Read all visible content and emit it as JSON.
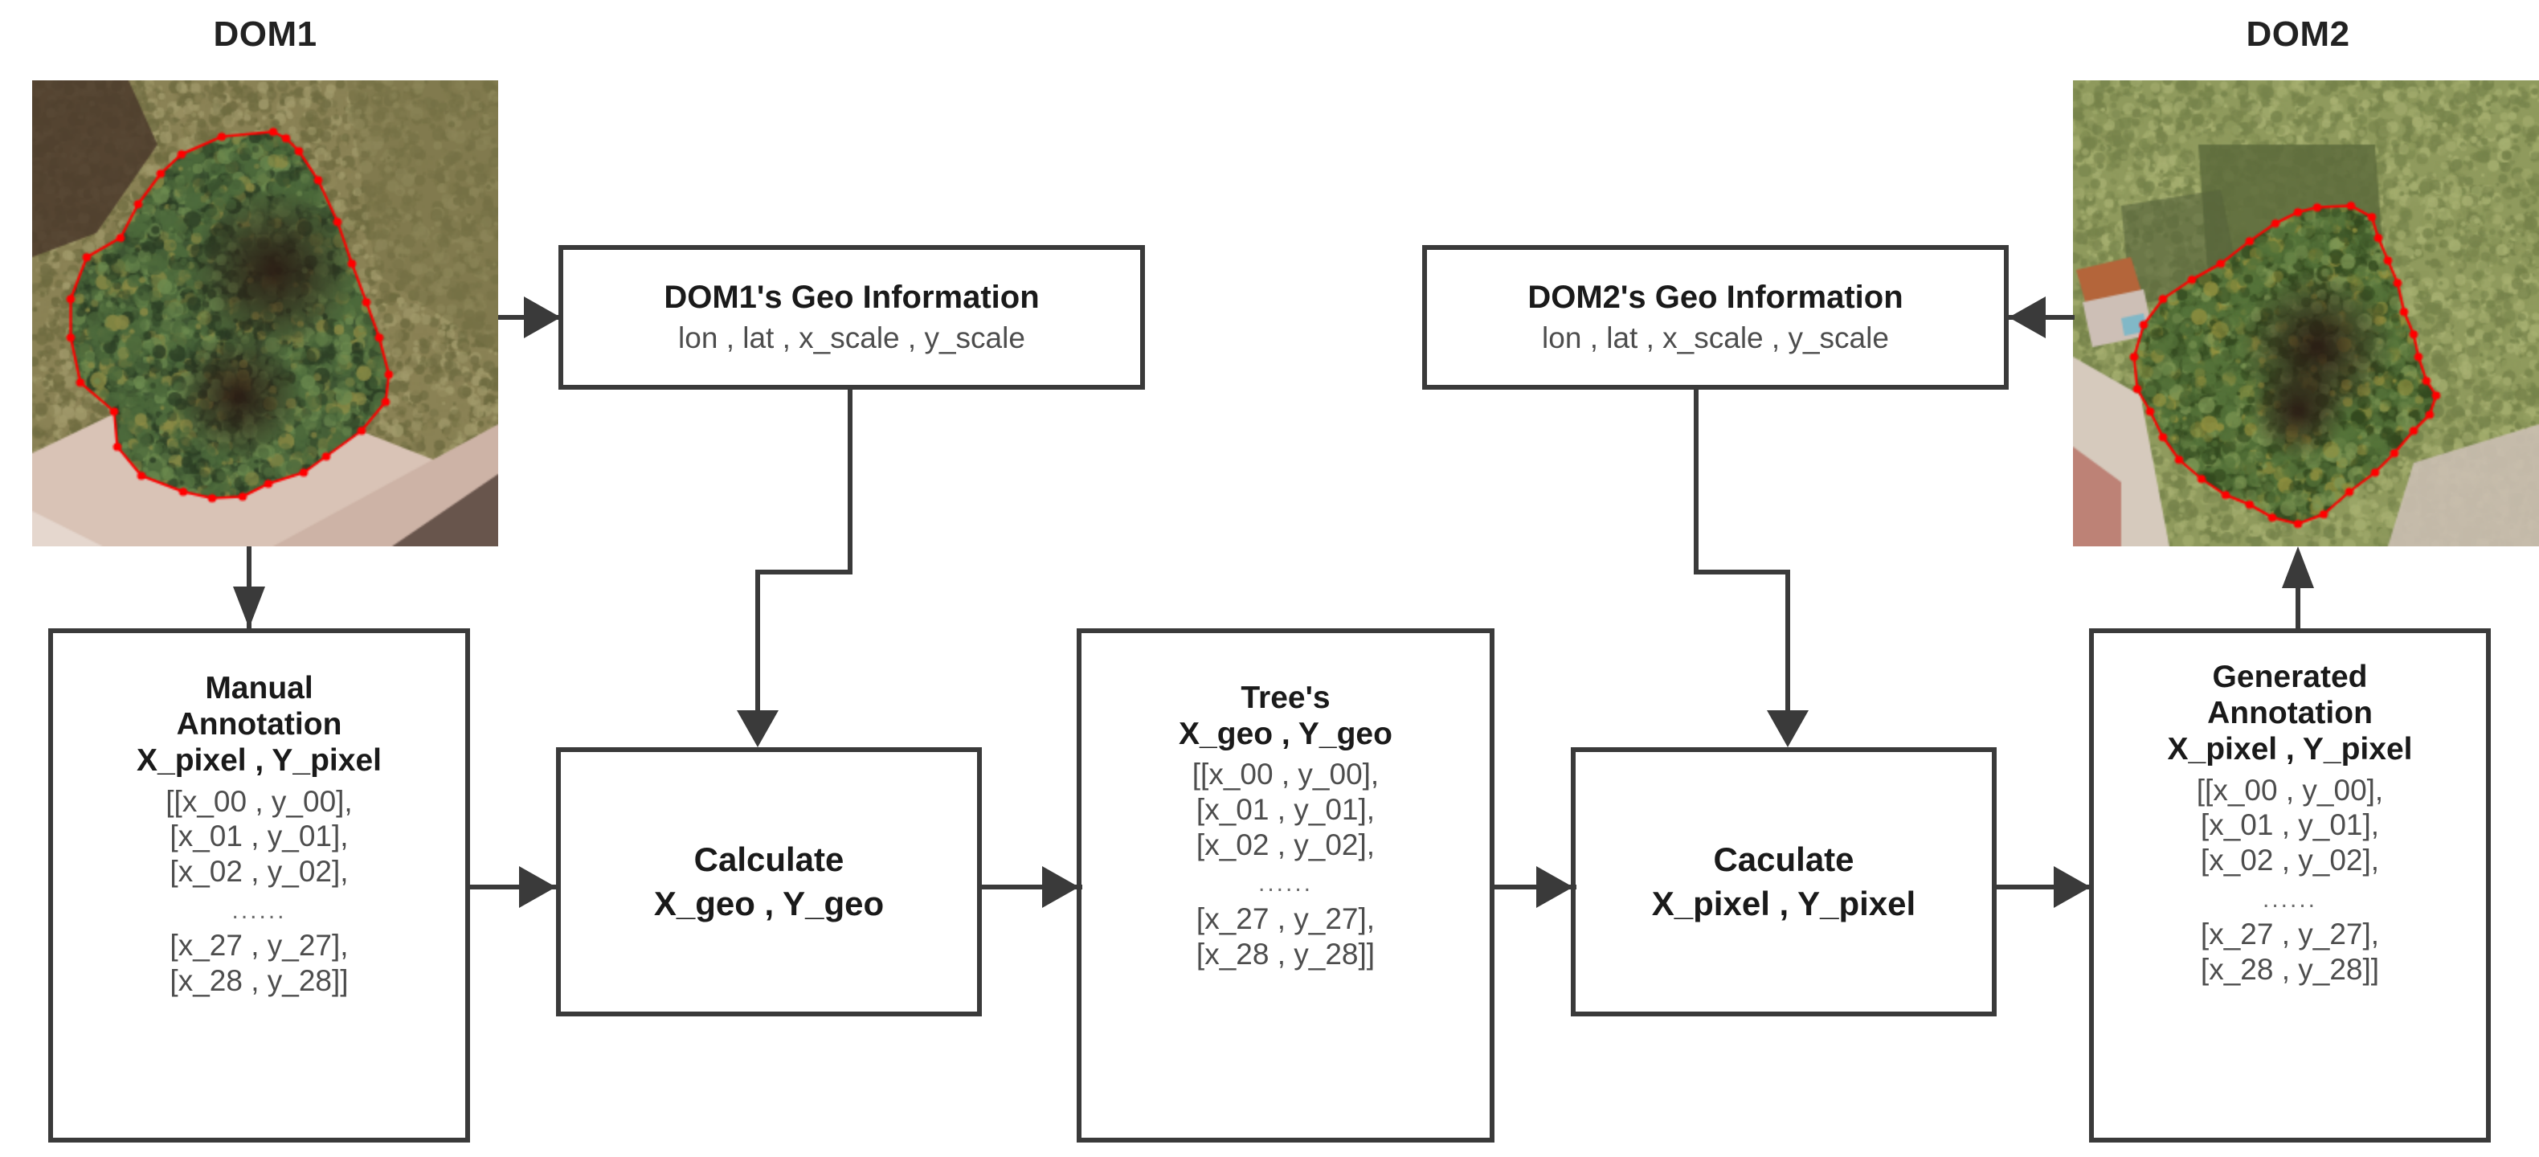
{
  "panels": {
    "dom1": {
      "caption": "DOM1"
    },
    "dom2": {
      "caption": "DOM2"
    }
  },
  "boxes": {
    "dom1_geo": {
      "title": "DOM1's Geo Information",
      "detail": "lon , lat , x_scale , y_scale"
    },
    "dom2_geo": {
      "title": "DOM2's Geo Information",
      "detail": "lon , lat , x_scale , y_scale"
    },
    "manual_annotation": {
      "line1": "Manual",
      "line2": "Annotation",
      "line3": "X_pixel , Y_pixel",
      "rows": [
        "[[x_00 , y_00],",
        "[x_01 , y_01],",
        "[x_02 , y_02],",
        "......",
        "[x_27 , y_27],",
        "[x_28 , y_28]]"
      ]
    },
    "calculate_geo": {
      "line1": "Calculate",
      "line2": "X_geo , Y_geo"
    },
    "tree_geo": {
      "line1": "Tree's",
      "line2": "X_geo , Y_geo",
      "rows": [
        "[[x_00 , y_00],",
        "[x_01 , y_01],",
        "[x_02 , y_02],",
        "......",
        "[x_27 , y_27],",
        "[x_28 , y_28]]"
      ]
    },
    "calculate_pixel": {
      "line1": "Caculate",
      "line2": "X_pixel , Y_pixel"
    },
    "generated_annotation": {
      "line1": "Generated",
      "line2": "Annotation",
      "line3": "X_pixel , Y_pixel",
      "rows": [
        "[[x_00 , y_00],",
        "[x_01 , y_01],",
        "[x_02 , y_02],",
        "......",
        "[x_27 , y_27],",
        "[x_28 , y_28]]"
      ]
    }
  },
  "colors": {
    "stroke": "#3a3a3a",
    "annotation_point": "#ff0000",
    "text_bold": "#1a1a1a",
    "text_thin": "#4d4d4d",
    "background": "#ffffff"
  }
}
